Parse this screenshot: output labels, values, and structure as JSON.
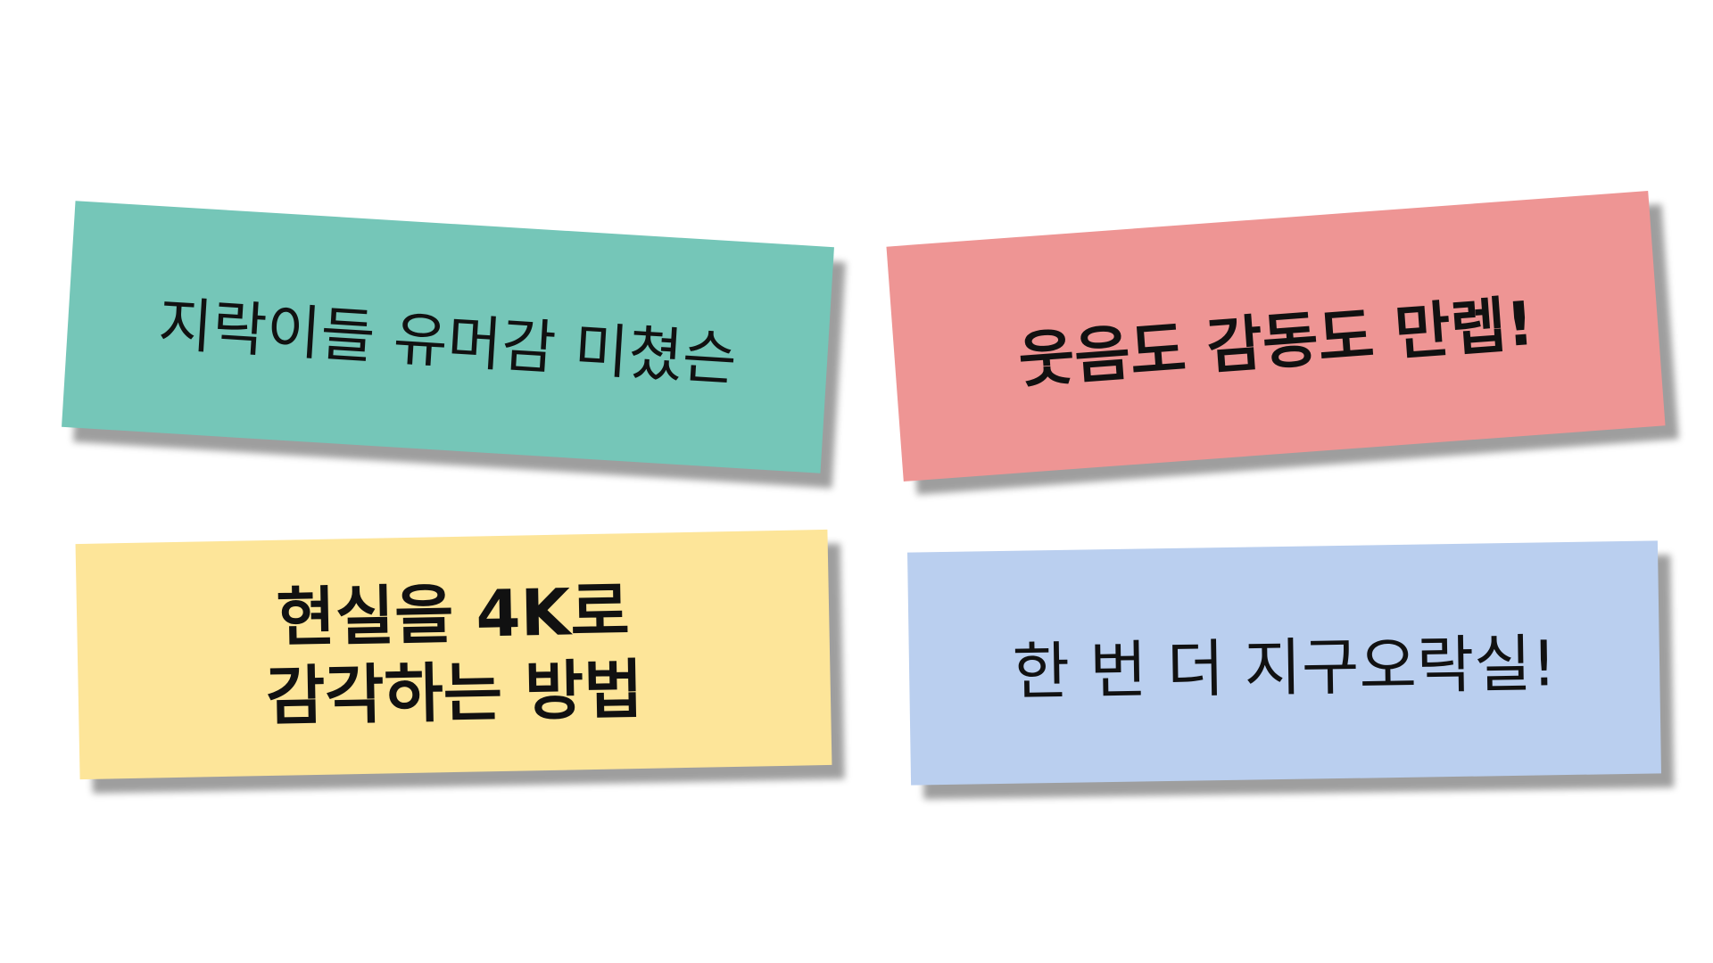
{
  "notes": [
    {
      "text": "지락이들 유머감 미쳤슨",
      "color": "#75c6b8"
    },
    {
      "text": "웃음도 감동도 만렙!",
      "color": "#ee9594"
    },
    {
      "lines": [
        "현실을 4K로",
        "감각하는 방법"
      ],
      "color": "#fde599"
    },
    {
      "text": "한 번 더 지구오락실!",
      "color": "#bacfef"
    }
  ]
}
